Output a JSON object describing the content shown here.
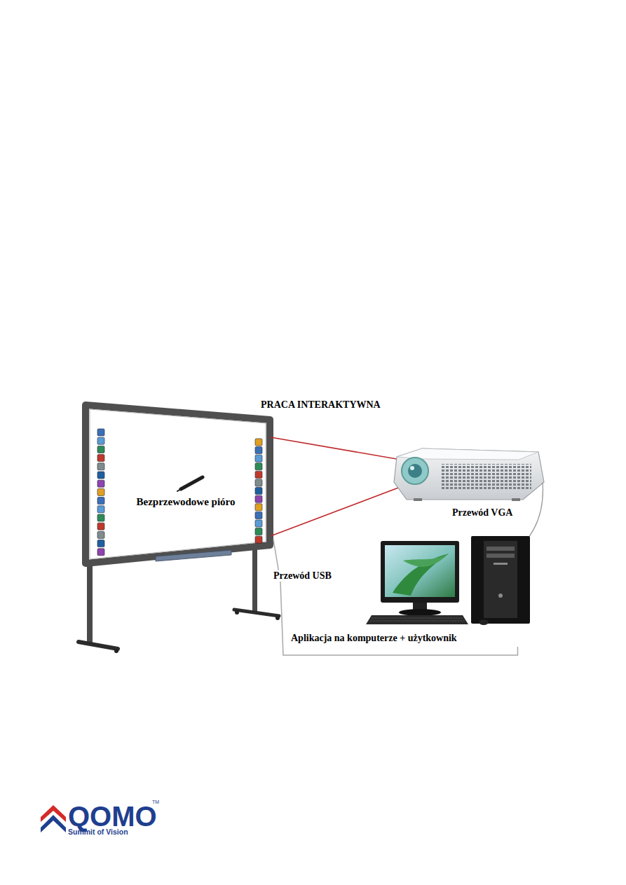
{
  "diagram": {
    "title": "PRACA INTERAKTYWNA",
    "nodes": [
      {
        "text": [
          "Bezprzewodowe pióro"
        ]
      },
      {
        "text": [
          "Aplikacja na komputerze + użytkownik"
        ]
      }
    ],
    "edges": [
      {
        "from": 0,
        "to": 1,
        "label": "Przewód USB",
        "arrow": "none"
      }
    ],
    "labels": [
      "Przewód VGA",
      "QOMO",
      "Summit of Vision",
      "TM"
    ]
  }
}
